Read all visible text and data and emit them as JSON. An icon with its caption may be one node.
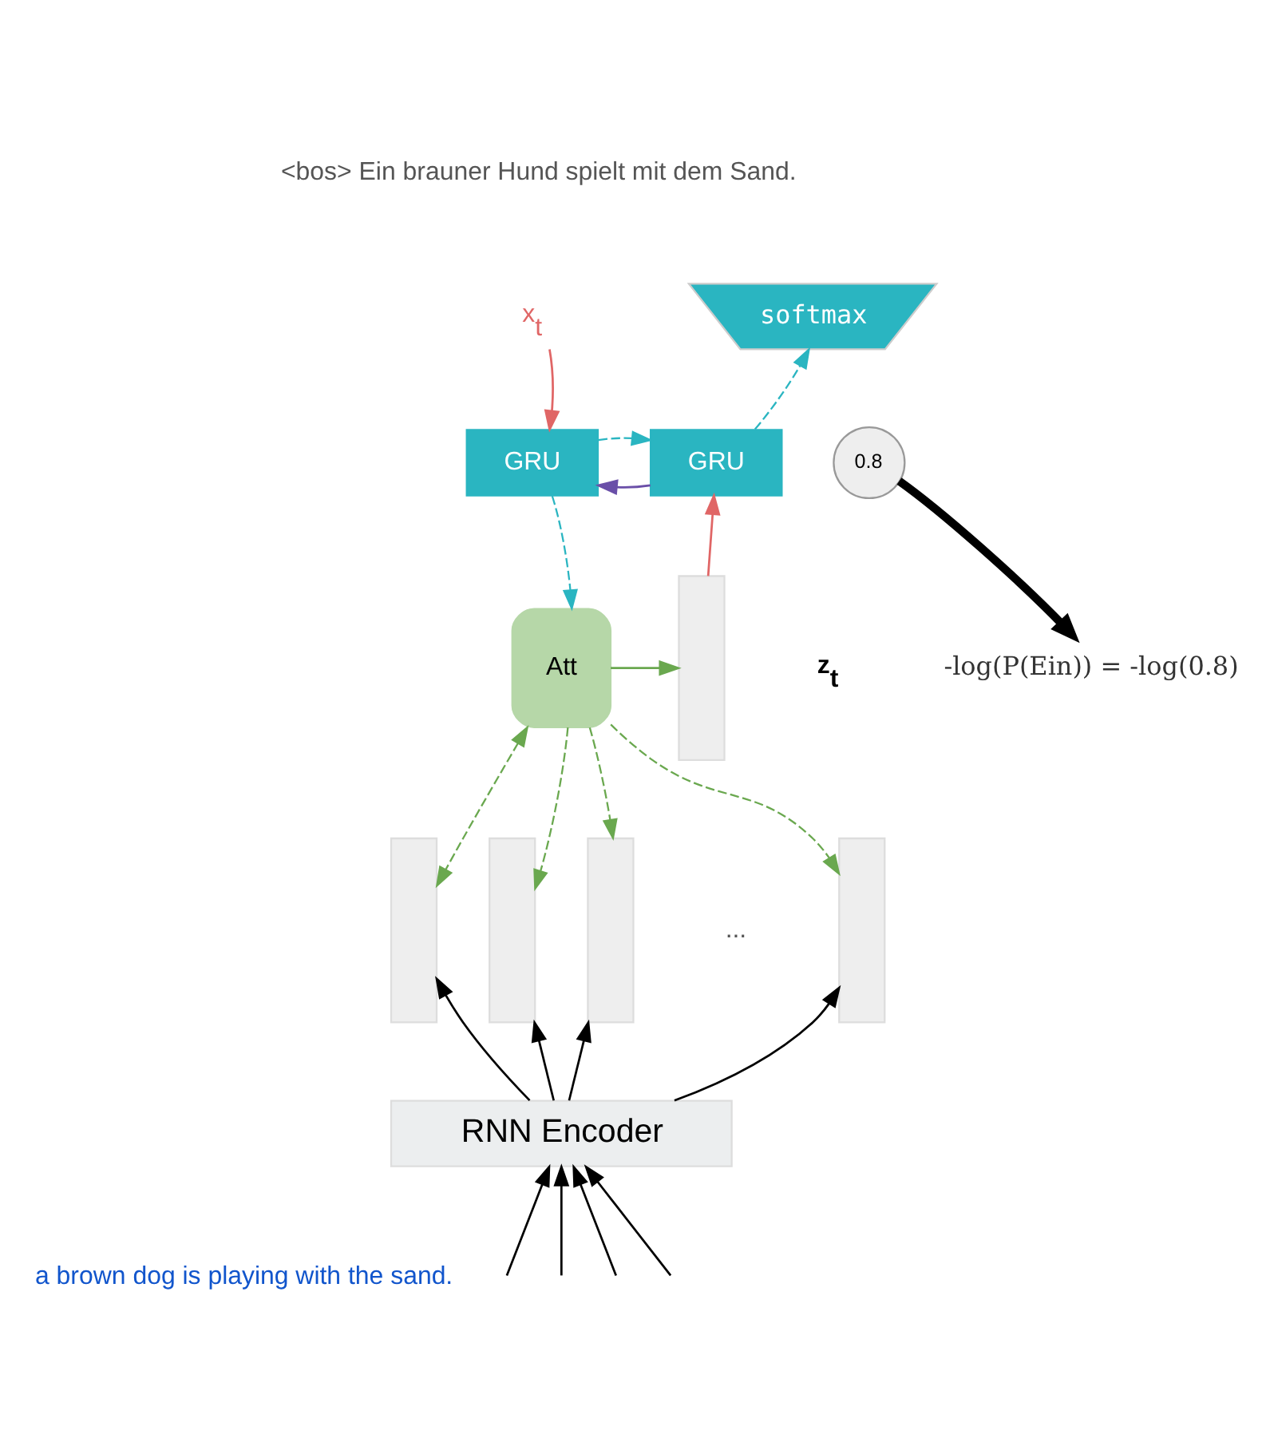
{
  "diagram": {
    "nodes": [
      {
        "text": [
          "x$_{t}$"
        ]
      },
      {
        "text": [
          "GRU"
        ]
      },
      {
        "text": [
          "GRU"
        ]
      },
      {
        "text": [
          "softmax"
        ]
      },
      {
        "text": [
          "0.8"
        ]
      },
      {
        "text": [
          "-log(P(Ein)) = -log(0.8)"
        ]
      },
      {
        "text": [
          "Att"
        ]
      },
      {
        "text": [],
        "shape": "bar",
        "beside": [
          "z$_{t}$"
        ]
      },
      {
        "text": [],
        "shape": "bar"
      },
      {
        "text": [],
        "shape": "bar"
      },
      {
        "text": [],
        "shape": "bar"
      },
      {
        "text": [],
        "shape": "bar"
      },
      {
        "text": [
          "RNN Encoder"
        ]
      },
      {
        "text": [
          "a brown dog is playing with the sand."
        ]
      }
    ],
    "edges": [
      {
        "from": 0,
        "to": 1,
        "arrow": "to",
        "color": "#e06666"
      },
      {
        "from": 1,
        "to": 2,
        "arrow": "to",
        "style": "dashed",
        "color": "#2ab5c1"
      },
      {
        "from": 2,
        "to": 1,
        "arrow": "to",
        "color": "#6a4fa8"
      },
      {
        "from": 2,
        "to": 3,
        "arrow": "to",
        "style": "dashed",
        "color": "#2ab5c1"
      },
      {
        "from": 1,
        "to": 6,
        "arrow": "to",
        "style": "dashed",
        "color": "#2ab5c1"
      },
      {
        "from": 6,
        "to": 7,
        "arrow": "to",
        "color": "#6aa84f"
      },
      {
        "from": 7,
        "to": 2,
        "arrow": "to",
        "color": "#e06666"
      },
      {
        "from": 4,
        "to": 5,
        "arrow": "to",
        "style": "thick"
      },
      {
        "from": 6,
        "to": 8,
        "arrow": "both",
        "style": "dashed",
        "color": "#6aa84f"
      },
      {
        "from": 6,
        "to": 9,
        "arrow": "to",
        "style": "dashed",
        "color": "#6aa84f"
      },
      {
        "from": 6,
        "to": 10,
        "arrow": "to",
        "style": "dashed",
        "color": "#6aa84f"
      },
      {
        "from": 6,
        "to": 11,
        "arrow": "to",
        "style": "dashed",
        "color": "#6aa84f"
      },
      {
        "from": 12,
        "to": 8,
        "arrow": "to"
      },
      {
        "from": 12,
        "to": 9,
        "arrow": "to"
      },
      {
        "from": 12,
        "to": 10,
        "arrow": "to"
      },
      {
        "from": 12,
        "to": 11,
        "arrow": "to"
      },
      {
        "from": null,
        "to": 12,
        "arrow": "to"
      },
      {
        "from": null,
        "to": 12,
        "arrow": "to"
      },
      {
        "from": null,
        "to": 12,
        "arrow": "to"
      },
      {
        "from": null,
        "to": 12,
        "arrow": "to"
      }
    ],
    "labels": [
      "<bos> Ein brauner Hund spielt mit dem Sand.",
      "..."
    ]
  }
}
